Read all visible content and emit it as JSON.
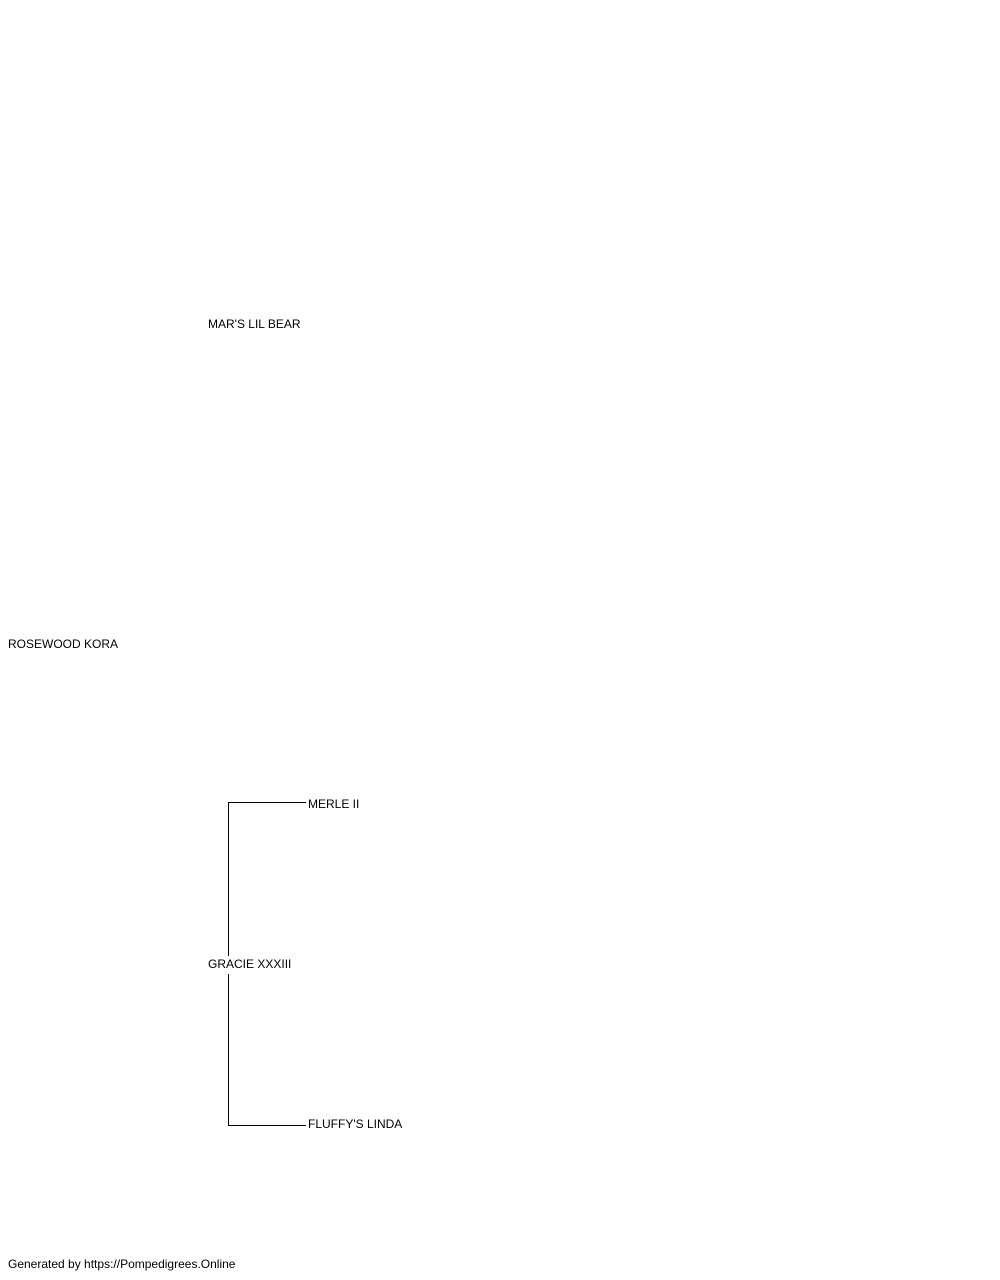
{
  "pedigree": {
    "subject": {
      "name": "ROSEWOOD KORA"
    },
    "sire": {
      "name": "MAR'S LIL BEAR"
    },
    "dam": {
      "name": "GRACIE XXXIII",
      "sire": {
        "name": "MERLE II"
      },
      "dam": {
        "name": "FLUFFY'S LINDA"
      }
    }
  },
  "footer": {
    "text": "Generated by https://Pompedigrees.Online"
  }
}
